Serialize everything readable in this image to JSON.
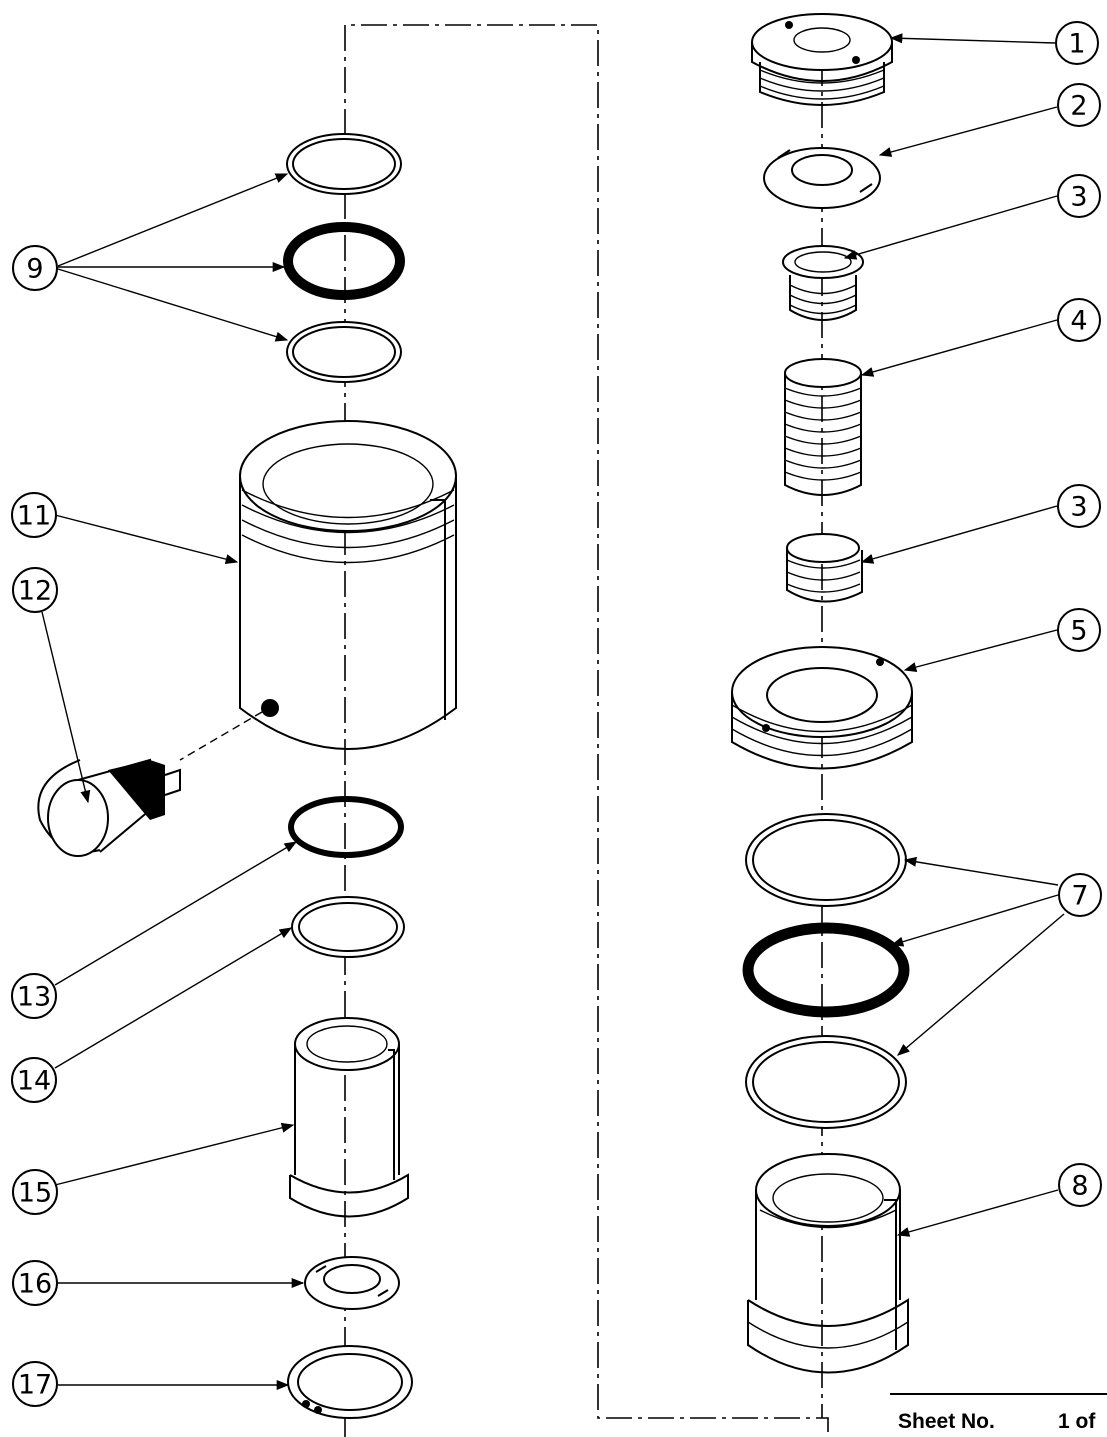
{
  "callouts": [
    "1",
    "2",
    "3",
    "4",
    "3",
    "5",
    "7",
    "8",
    "9",
    "11",
    "12",
    "13",
    "14",
    "15",
    "16",
    "17"
  ],
  "footer": {
    "sheet_label": "Sheet No.",
    "sheet_value": "1 of"
  }
}
